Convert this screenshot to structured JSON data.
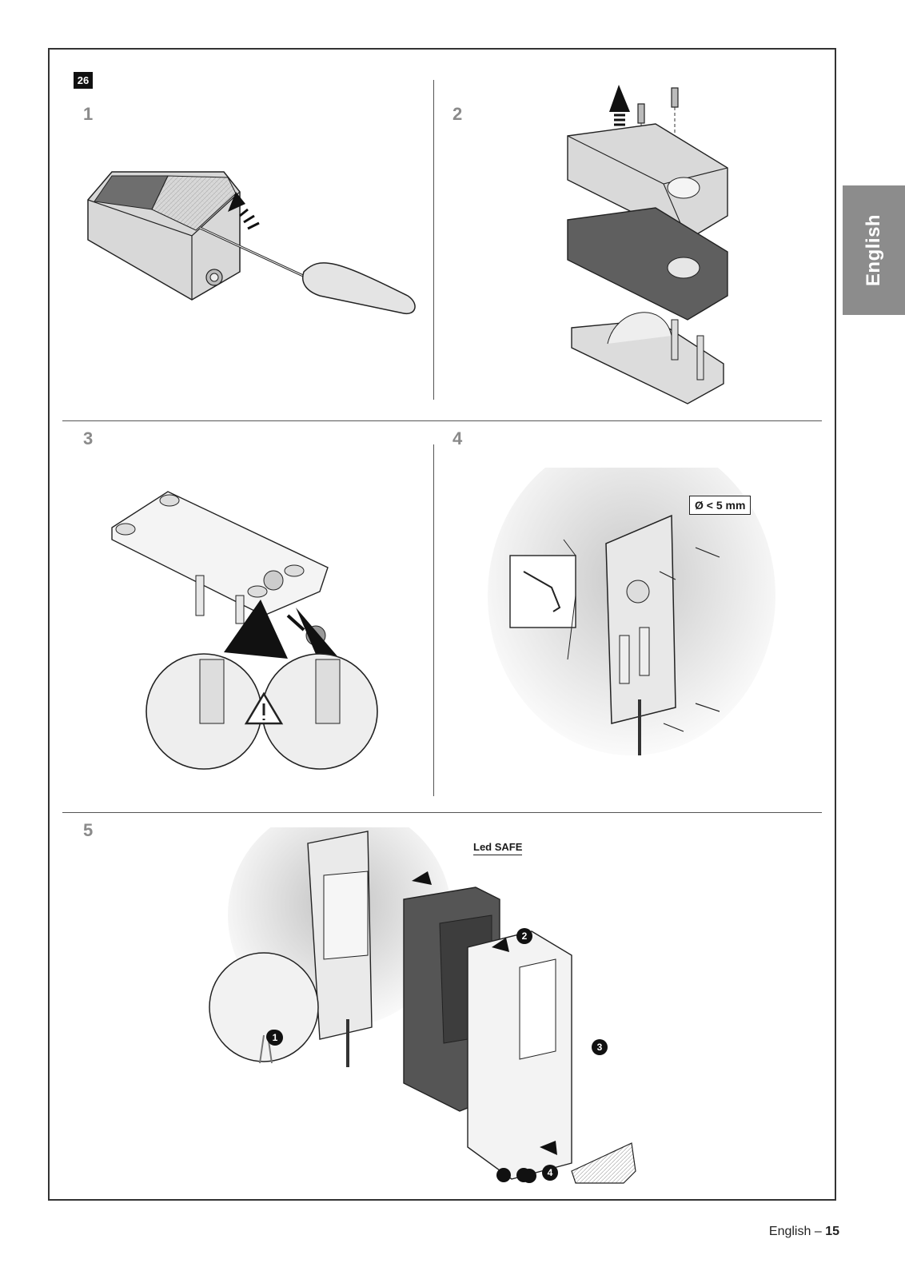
{
  "figure": {
    "number": "26"
  },
  "steps": [
    {
      "number": "1"
    },
    {
      "number": "2"
    },
    {
      "number": "3"
    },
    {
      "number": "4"
    },
    {
      "number": "5"
    }
  ],
  "side_tab": {
    "label": "English"
  },
  "callouts": {
    "hole_diameter": "Ø < 5 mm",
    "led_safe": "Led SAFE"
  },
  "step5_markers": [
    "1",
    "2",
    "3",
    "4"
  ],
  "footer": {
    "language": "English",
    "separator": "–",
    "page": "15"
  }
}
